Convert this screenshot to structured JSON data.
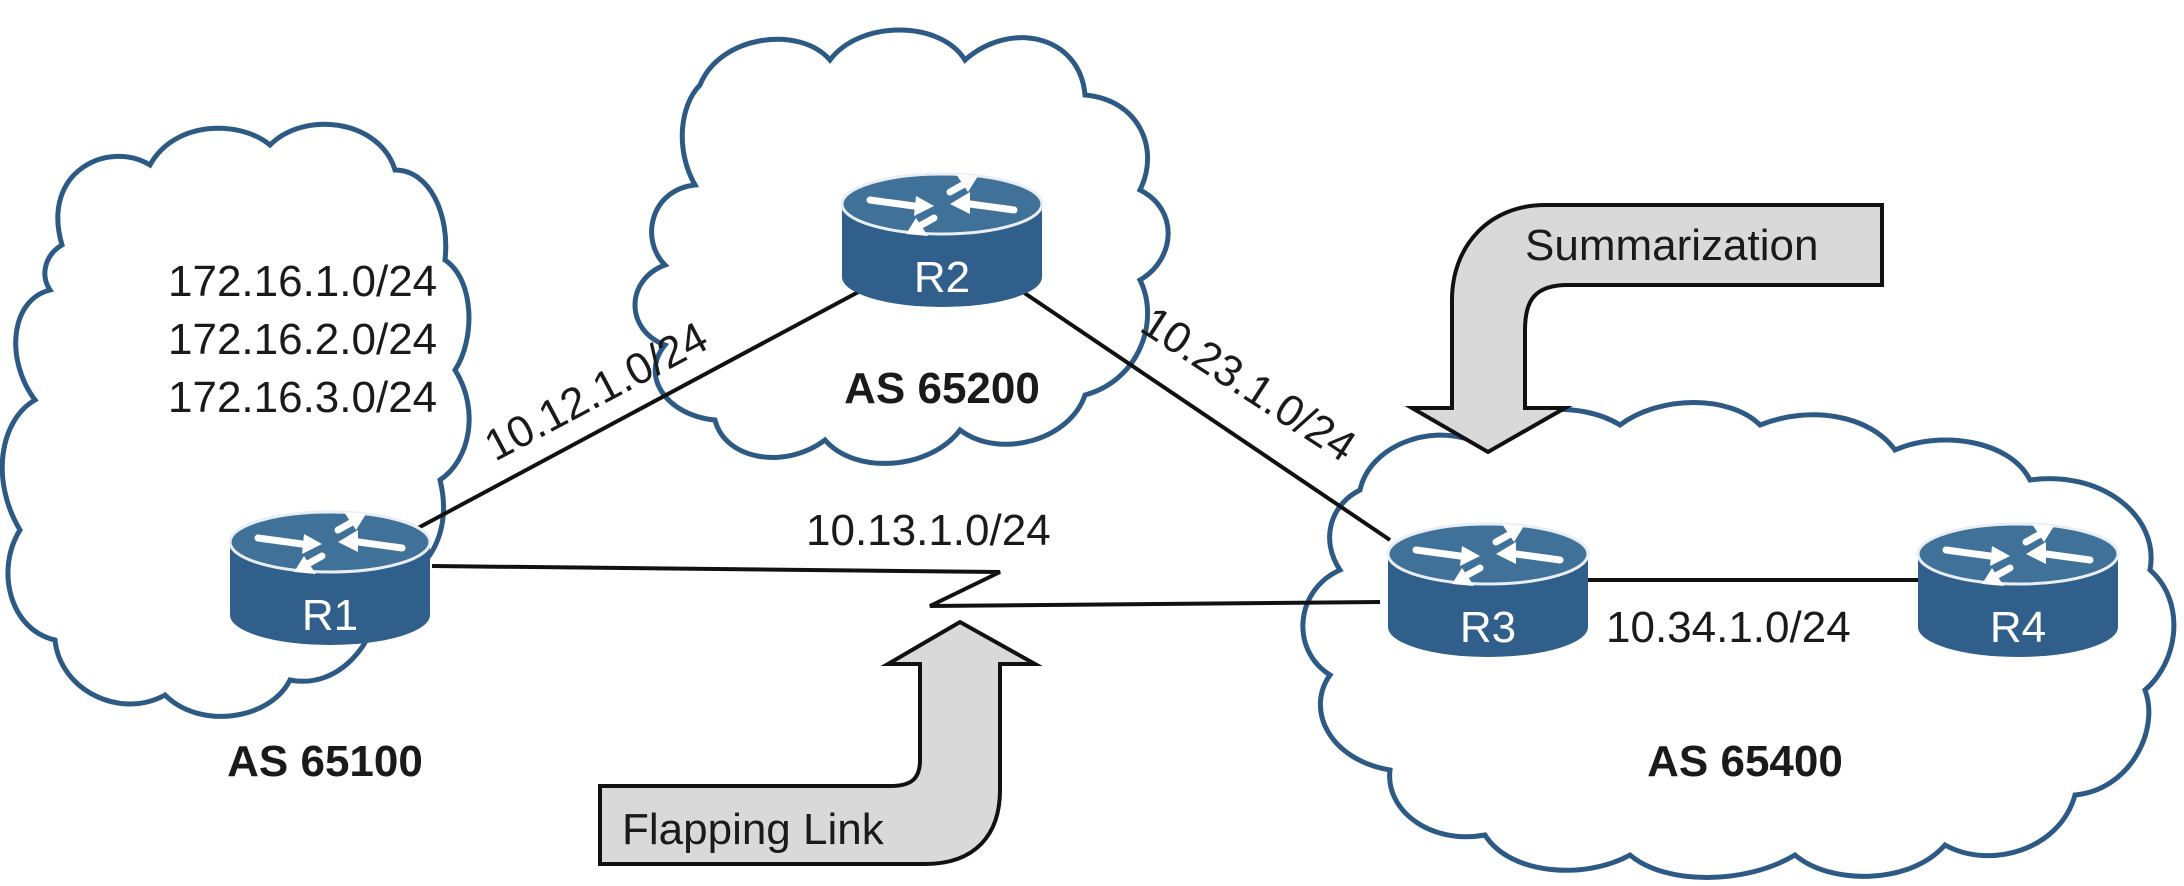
{
  "colors": {
    "cloud_stroke": "#2c5a85",
    "router_body": "#2f5f8a",
    "router_top": "#3f7199",
    "callout_fill": "#d9d9d9",
    "link": "#111111"
  },
  "autonomous_systems": {
    "as65100": "AS 65100",
    "as65200": "AS 65200",
    "as65400": "AS 65400"
  },
  "routers": {
    "r1": "R1",
    "r2": "R2",
    "r3": "R3",
    "r4": "R4"
  },
  "prefixes": [
    "172.16.1.0/24",
    "172.16.2.0/24",
    "172.16.3.0/24"
  ],
  "links": {
    "r1_r2": "10.12.1.0/24",
    "r2_r3": "10.23.1.0/24",
    "r1_r3": "10.13.1.0/24",
    "r3_r4": "10.34.1.0/24"
  },
  "callouts": {
    "summarization": "Summarization",
    "flapping": "Flapping Link"
  }
}
